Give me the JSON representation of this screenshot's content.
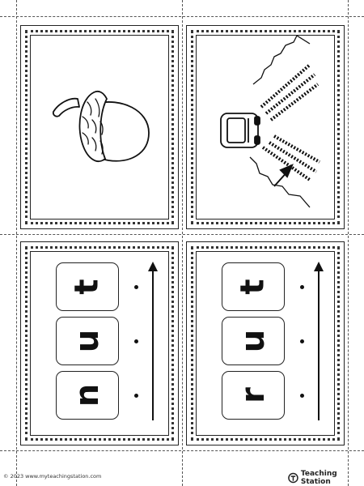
{
  "worksheet": {
    "cards": [
      {
        "type": "picture",
        "picture": "acorn"
      },
      {
        "type": "picture",
        "picture": "car-on-road"
      },
      {
        "type": "letters",
        "letters": [
          "n",
          "u",
          "t"
        ]
      },
      {
        "type": "letters",
        "letters": [
          "r",
          "u",
          "t"
        ]
      }
    ]
  },
  "footer": {
    "copyright": "© 2023 www.myteachingstation.com",
    "brand": "Teaching Station"
  },
  "icons": {
    "brand_logo": "teaching-station-logo-icon",
    "reading_arrow": "arrow-up-icon"
  }
}
